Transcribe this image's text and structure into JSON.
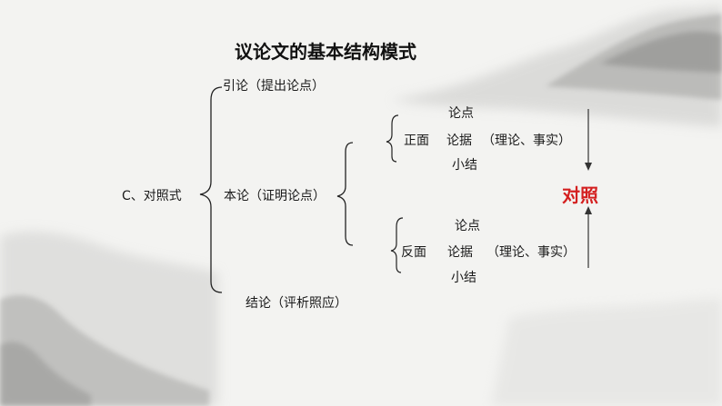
{
  "title": "议论文的基本结构模式",
  "root": "C、对照式",
  "branches": {
    "intro": "引论（提出论点）",
    "body": "本论（证明论点）",
    "conclusion": "结论（评析照应）"
  },
  "positive": {
    "head": "正面",
    "point": "论点",
    "evidence": "论据",
    "evidence_note": "（理论、事实）",
    "summary": "小结"
  },
  "negative": {
    "head": "反面",
    "point": "论点",
    "evidence": "论据",
    "evidence_note": "（理论、事实）",
    "summary": "小结"
  },
  "contrast": {
    "label": "对照",
    "color": "#d42020"
  }
}
